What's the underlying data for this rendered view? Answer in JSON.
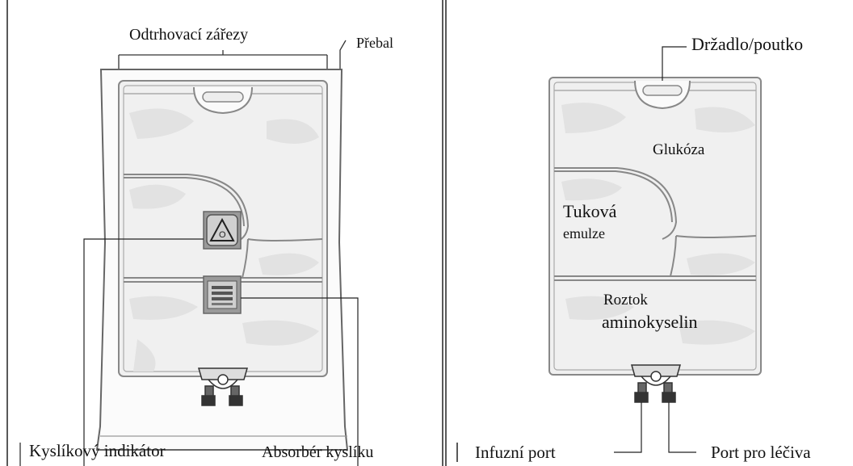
{
  "left": {
    "tear_notches_label": "Odtrhovací zářezy",
    "overwrap_label": "Přebal",
    "oxygen_indicator_label": "Kyslíkový indikátor",
    "oxygen_absorber_label": "Absorbér  kyslíku",
    "oxygen_symbol": "O"
  },
  "right": {
    "handle_label": "Držadlo/poutko",
    "glucose_label": "Glukóza",
    "lipid_label_line1": "Tuková",
    "lipid_label_line2": "emulze",
    "amino_label_line1": "Roztok",
    "amino_label_line2": "aminokyselin",
    "infusion_port_label": "Infuzní port",
    "drug_port_label": "Port pro léčiva"
  }
}
